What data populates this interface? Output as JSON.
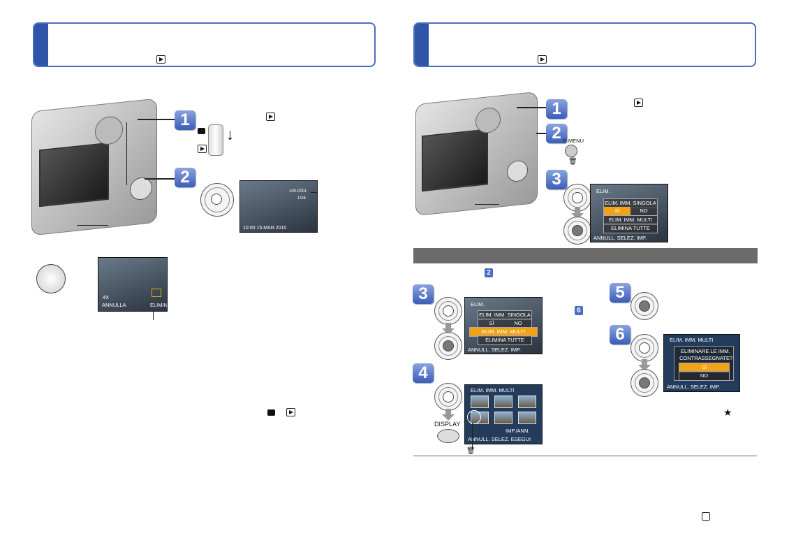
{
  "left": {
    "steps": [
      "1",
      "2"
    ],
    "screen_play": {
      "date": "10:00  15.MAR.2010",
      "top_right": "100-0001",
      "counter": "1/26"
    },
    "screen_zoom": {
      "zoom": "4X",
      "cancel": "ANNULLA",
      "delete": "ELIMIN."
    }
  },
  "right": {
    "steps_top": [
      "1",
      "2",
      "3"
    ],
    "qmenu_label": "Q.MENU",
    "screen_delete": {
      "title": "ELIM.",
      "question": "ELIM. IMM. SINGOLA",
      "yes": "SÌ",
      "no": "NO",
      "multi": "ELIM. IMM. MULTI",
      "all": "ELIMINA TUTTE",
      "footer": "ANNULL. SELEZ. IMP."
    },
    "section_bar": "",
    "ref_step": "2",
    "steps_bottom": [
      "3",
      "4",
      "5",
      "6"
    ],
    "ref_step_6": "6",
    "screen_multi_select": {
      "title": "ELIM. IMM. MULTI",
      "set": "IMP./ANN.",
      "footer": "ANNULL. SELEZ. ESEGUI"
    },
    "display_label": "DISPLAY",
    "screen_confirm": {
      "title": "ELIM. IMM. MULTI",
      "question1": "ELIMINARE LE IMM.",
      "question2": "CONTRASSEGNATE?",
      "yes": "SÌ",
      "no": "NO",
      "footer": "ANNULL. SELEZ. IMP."
    },
    "star": "★"
  },
  "colors": {
    "accent": "#2f54a8",
    "highlight": "#f2a216",
    "bar": "#6b6b6b"
  }
}
